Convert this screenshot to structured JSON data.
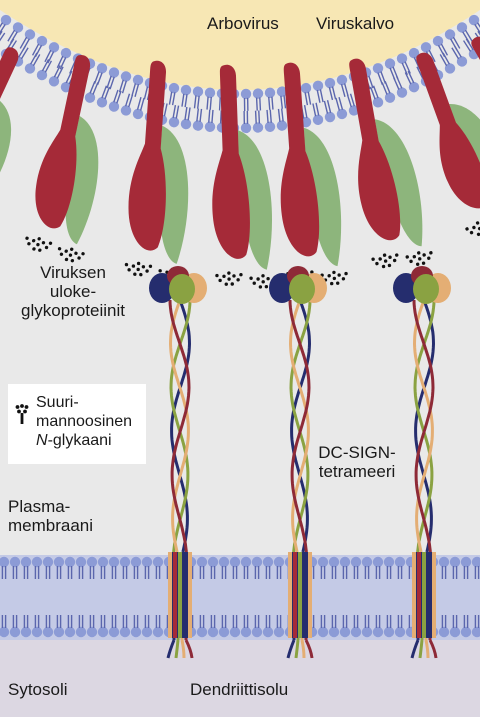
{
  "labels": {
    "arbovirus": "Arbovirus",
    "viral_envelope": "Viruskalvo",
    "viral_glycoproteins": [
      "Viruksen",
      "uloke-",
      "glykoproteiinit"
    ],
    "plasma_membrane": [
      "Plasma-",
      "membraani"
    ],
    "dc_sign": [
      "DC-SIGN-",
      "tetrameeri"
    ],
    "cytosol": "Sytosoli",
    "dendritic_cell": "Dendriittisolu"
  },
  "legend": {
    "line1": "Suuri-",
    "line2": "mannoosinen",
    "line3_italic": "N",
    "line3_rest": "-glykaani"
  },
  "colors": {
    "background": "#e9e9e9",
    "virus_interior": "#f7e7b4",
    "lipid_head": "#8c9bd6",
    "lipid_tail": "#4d5aa3",
    "membrane_band": "#c4cae6",
    "cytosol": "#dcd7e2",
    "glycoprotein_red": "#a52a38",
    "glycoprotein_green": "#8db57c",
    "dc_sign_navy": "#252d6e",
    "dc_sign_olive": "#8aa242",
    "dc_sign_orange": "#e4ae74",
    "dc_sign_maroon": "#8e2a37"
  }
}
